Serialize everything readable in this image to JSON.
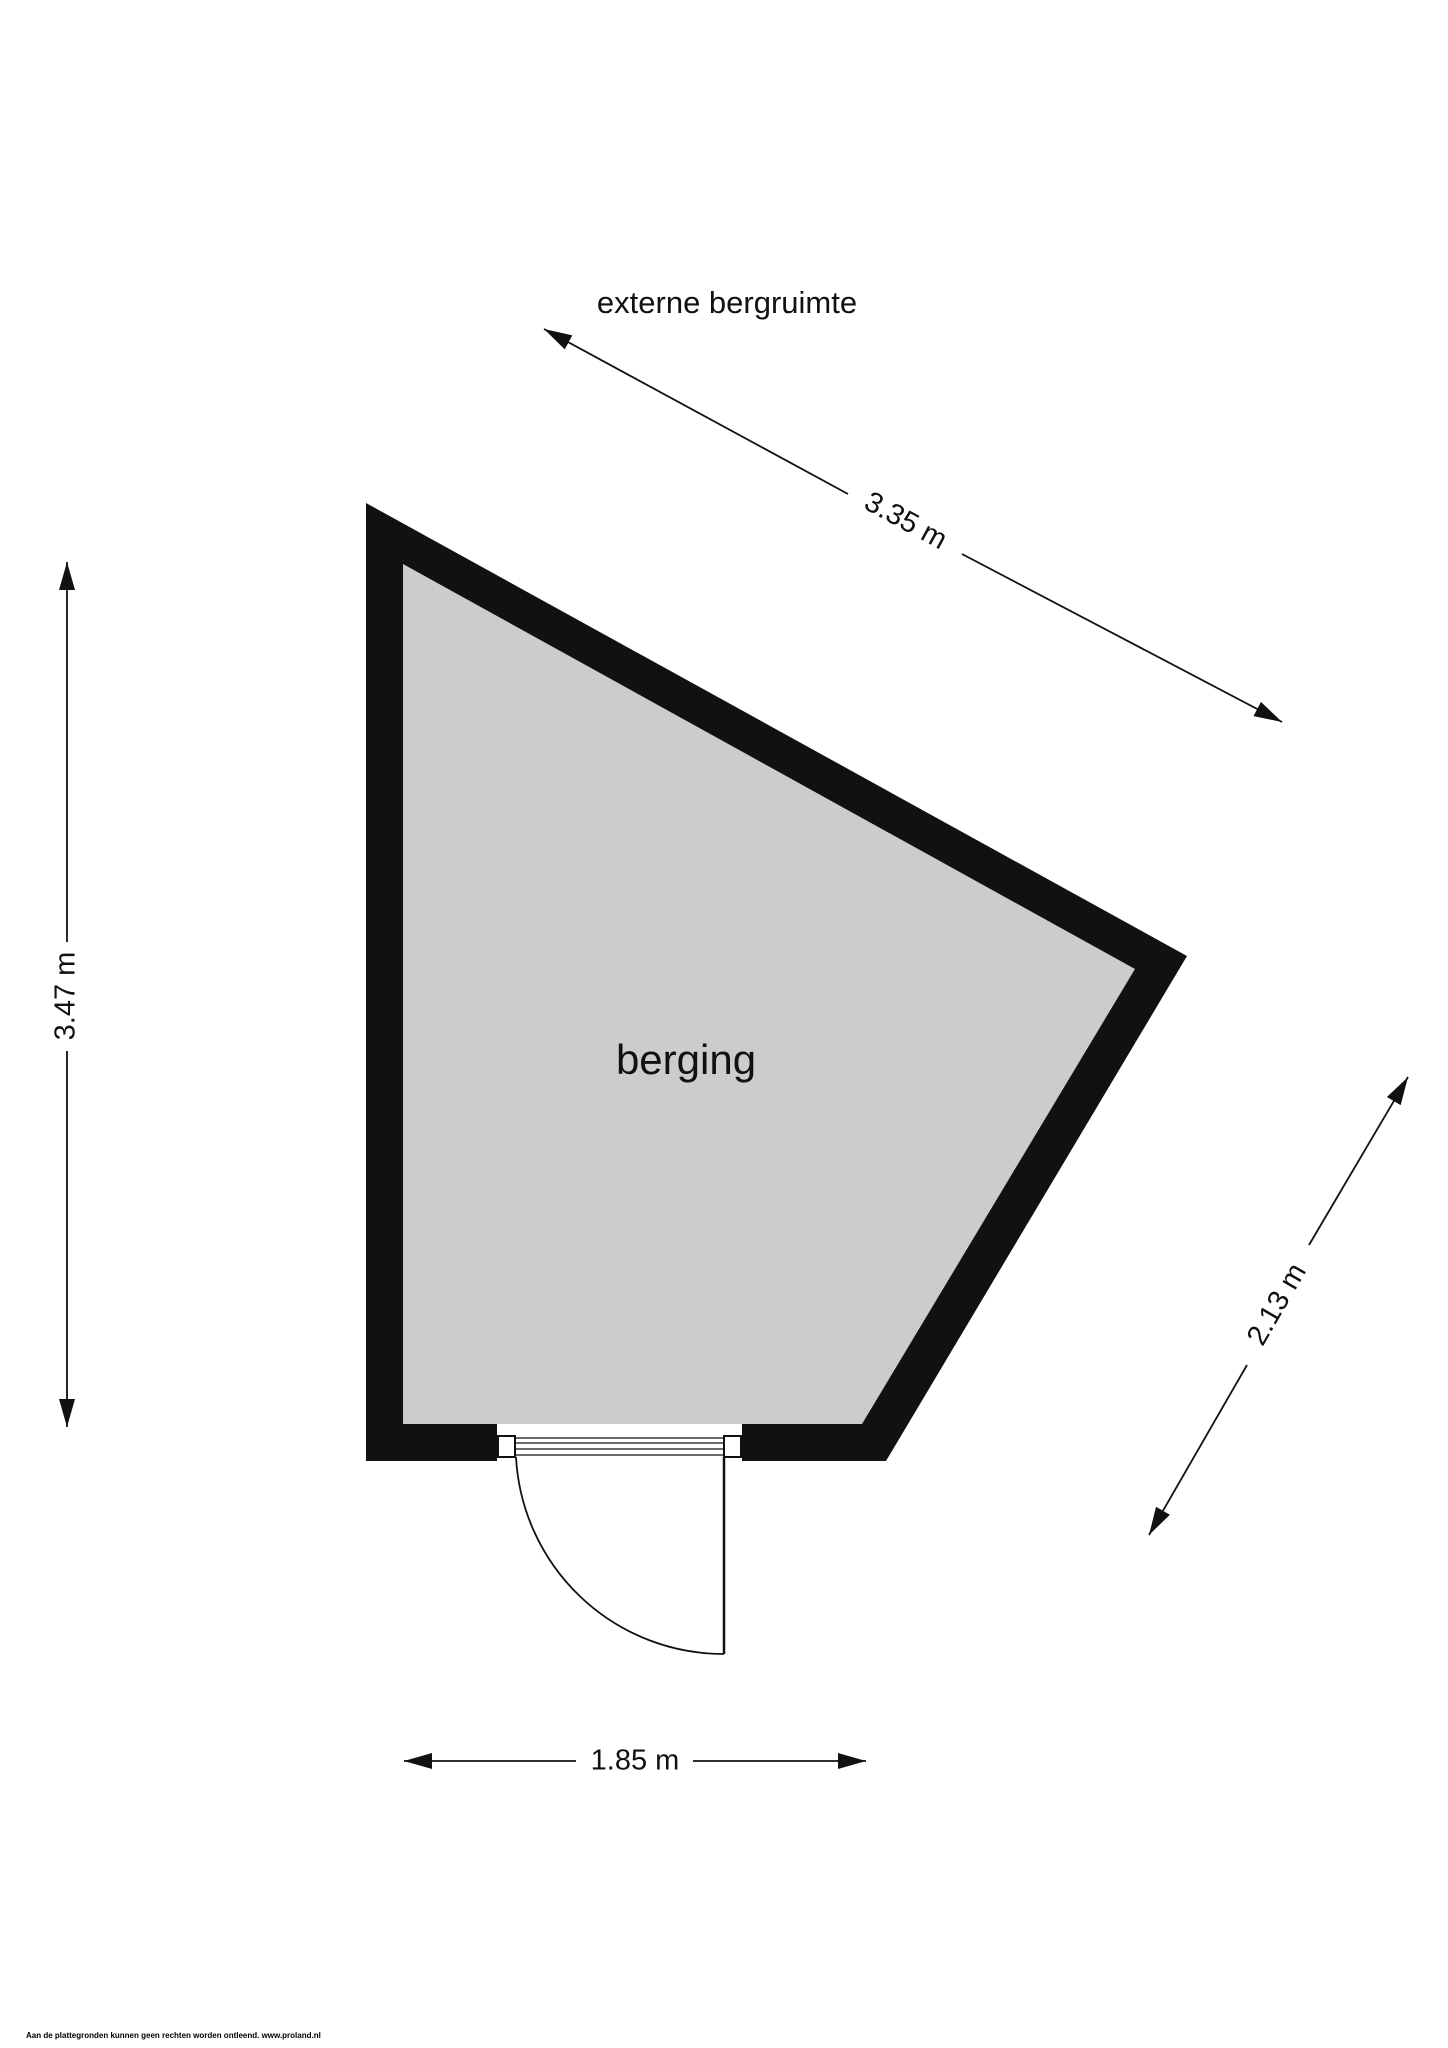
{
  "plan": {
    "area_label": "externe bergruimte",
    "room_label": "berging"
  },
  "dimensions": {
    "top_diagonal": "3.35 m",
    "left_vertical": "3.47 m",
    "right_diagonal": "2.13 m",
    "bottom_horizontal": "1.85 m"
  },
  "footer": {
    "disclaimer": "Aan de plattegronden kunnen geen rechten worden ontleend. www.proland.nl"
  },
  "colors": {
    "wall": "#111111",
    "floor": "#cccccc",
    "line": "#111111"
  }
}
